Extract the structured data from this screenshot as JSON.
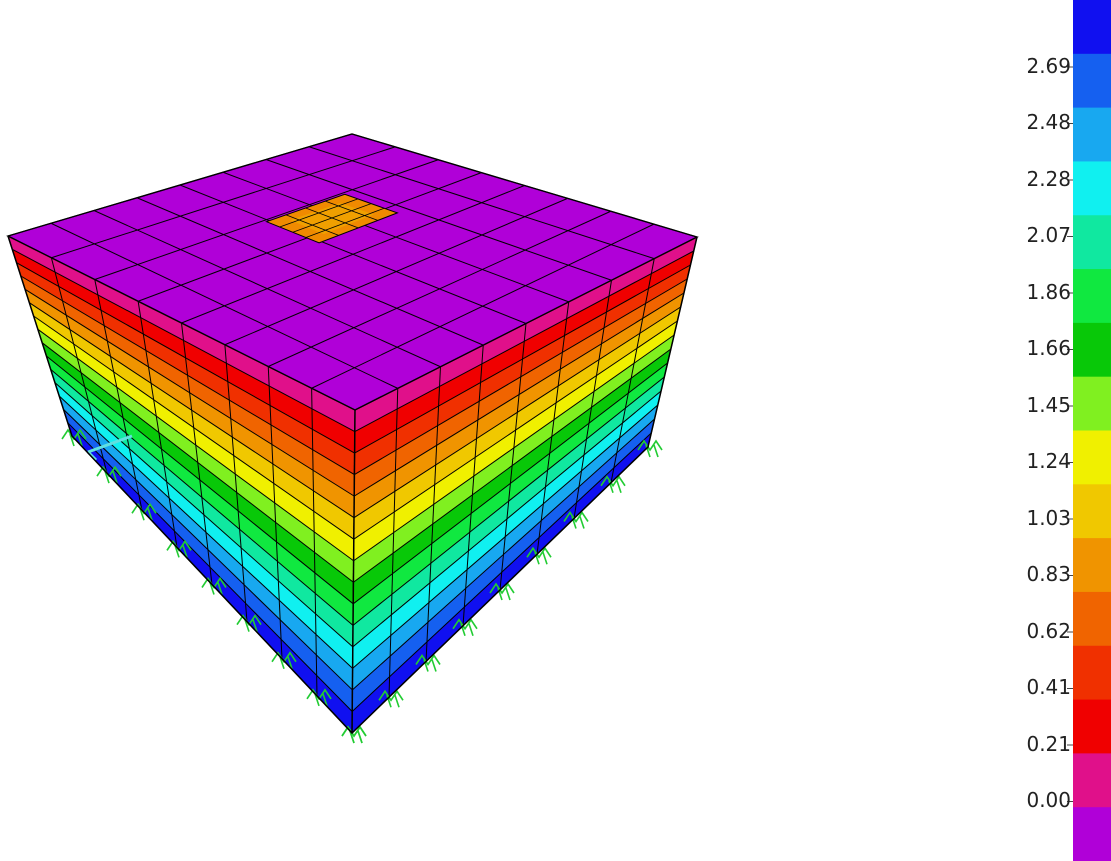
{
  "legend": {
    "labels": [
      "2.69",
      "2.48",
      "2.28",
      "2.07",
      "1.86",
      "1.66",
      "1.45",
      "1.24",
      "1.03",
      "0.83",
      "0.62",
      "0.41",
      "0.21",
      "0.00"
    ],
    "colors": [
      "#1010f0",
      "#1560f0",
      "#18a8f0",
      "#10f0f0",
      "#10e8a0",
      "#10e840",
      "#08c808",
      "#80f020",
      "#f0f000",
      "#f0c800",
      "#f09400",
      "#f06400",
      "#f03000",
      "#f00000",
      "#e0108a",
      "#b000d8"
    ]
  },
  "model": {
    "top_color": "#b000d8",
    "opening_color": "#f0a000",
    "support_color": "#22cc33"
  }
}
